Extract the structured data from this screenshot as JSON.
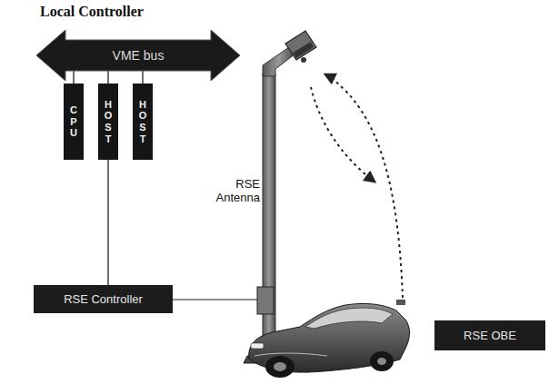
{
  "diagram": {
    "title": "Local Controller",
    "nodes": [
      {
        "text": [
          "VME bus"
        ]
      },
      {
        "text": [
          "CPU"
        ]
      },
      {
        "text": [
          "HOST"
        ]
      },
      {
        "text": [
          "HOST"
        ]
      },
      {
        "text": [
          "RSE Controller"
        ]
      },
      {
        "text": [
          "RSE OBE"
        ]
      }
    ],
    "edges": [
      {
        "from": 1,
        "to": 0,
        "arrow": "none"
      },
      {
        "from": 2,
        "to": 0,
        "arrow": "none"
      },
      {
        "from": 3,
        "to": 0,
        "arrow": "none"
      },
      {
        "from": 2,
        "to": 4,
        "arrow": "none"
      }
    ],
    "labels": [
      "RSE Antenna"
    ]
  }
}
